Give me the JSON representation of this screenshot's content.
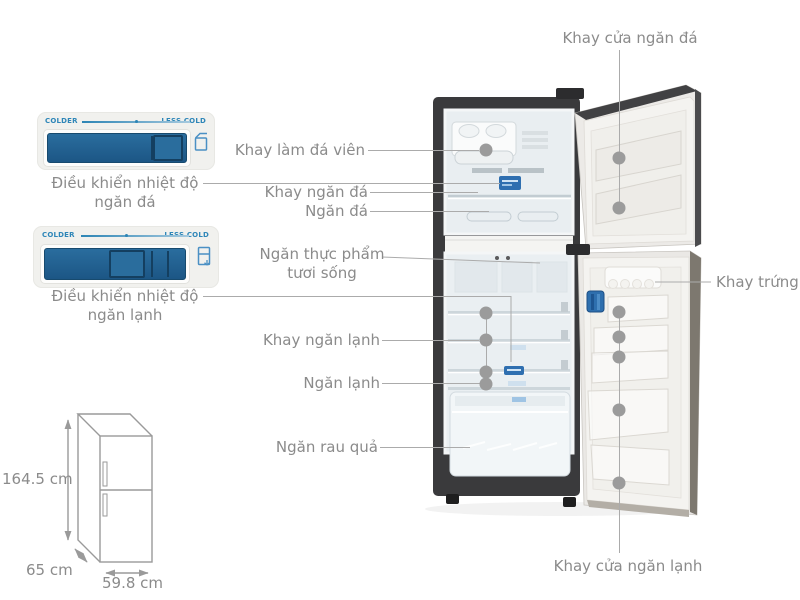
{
  "colors": {
    "accent_blue": "#2f6fb0",
    "slider_blue": "#1c5685",
    "label_gray": "#8b8b8b",
    "line_gray": "#ababab"
  },
  "icons": {
    "freezer_control": "ice-tray-icon",
    "fridge_control": "fridge-icon"
  },
  "controls": {
    "scale_left": "COLDER",
    "scale_right": "LESS COLD",
    "freezer_label_line1": "Điều khiển nhiệt độ",
    "freezer_label_line2": "ngăn đá",
    "fridge_label_line1": "Điều khiển nhiệt độ",
    "fridge_label_line2": "ngăn lạnh"
  },
  "callouts": {
    "freezer_door_tray": "Khay cửa ngăn đá",
    "ice_maker_tray": "Khay làm đá viên",
    "freezer_tray": "Khay ngăn đá",
    "freezer_compartment": "Ngăn đá",
    "fresh_food_line1": "Ngăn thực phẩm",
    "fresh_food_line2": "tươi sống",
    "egg_tray": "Khay trứng",
    "fridge_tray": "Khay ngăn lạnh",
    "fridge_compartment": "Ngăn lạnh",
    "vegetable_drawer": "Ngăn rau quả",
    "fridge_door_tray": "Khay cửa ngăn lạnh"
  },
  "dimensions": {
    "height": "164.5 cm",
    "depth": "65 cm",
    "width": "59.8 cm"
  }
}
